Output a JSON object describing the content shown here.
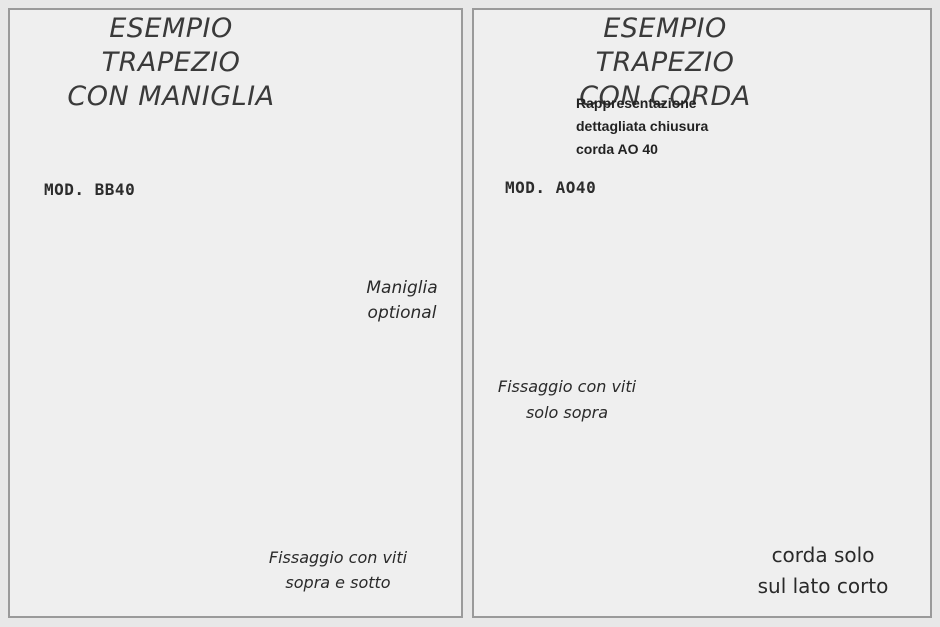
{
  "left_panel": {
    "title_line1": "ESEMPIO TRAPEZIO",
    "title_line2": "CON MANIGLIA",
    "model": "MOD. BB40",
    "handle_line1": "Maniglia",
    "handle_line2": "optional",
    "fixing_line1": "Fissaggio con viti",
    "fixing_line2": "sopra e sotto"
  },
  "right_panel": {
    "title_line1": "ESEMPIO TRAPEZIO",
    "title_line2": "CON CORDA",
    "model": "MOD. AO40",
    "detail_line1": "Rappresentazione",
    "detail_line2": "dettagliata chiusura",
    "detail_line3": "corda AO 40",
    "fixing_line1": "Fissaggio con viti",
    "fixing_line2": "solo sopra",
    "cord_line1": "corda solo",
    "cord_line2": "sul lato corto"
  },
  "colors": {
    "fabric": "#b9b9b9",
    "fabric_dark": "#8e8e8e",
    "rail": "#f4f4f4",
    "navy_parts": "#2d3a5c",
    "outline": "#1e1e1e"
  }
}
